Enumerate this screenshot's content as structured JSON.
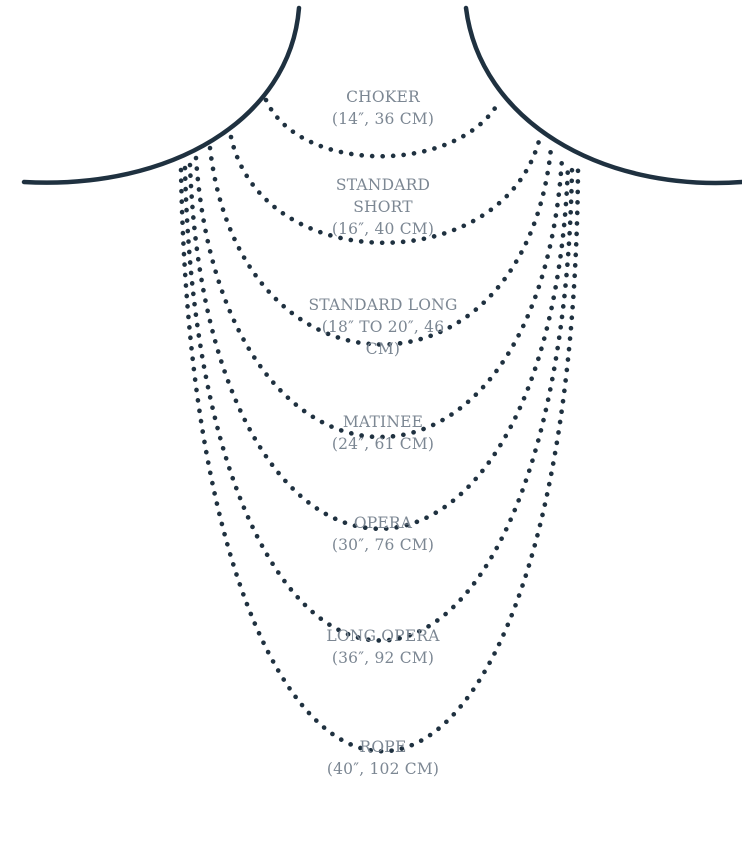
{
  "colors": {
    "ink": "#1f3140",
    "label_text": "#7c8793",
    "background": "#ffffff"
  },
  "necklaces": [
    {
      "name": "CHOKER",
      "size": "(14″, 36 CM)"
    },
    {
      "name": "STANDARD SHORT",
      "size": "(16″, 40 CM)"
    },
    {
      "name": "STANDARD LONG",
      "size": "(18″ TO 20″, 46 CM)"
    },
    {
      "name": "MATINEE",
      "size": "(24″, 61 CM)"
    },
    {
      "name": "OPERA",
      "size": "(30″, 76 CM)"
    },
    {
      "name": "LONG OPERA",
      "size": "(36″, 92 CM)"
    },
    {
      "name": "ROPE",
      "size": "(40″, 102 CM)"
    }
  ]
}
